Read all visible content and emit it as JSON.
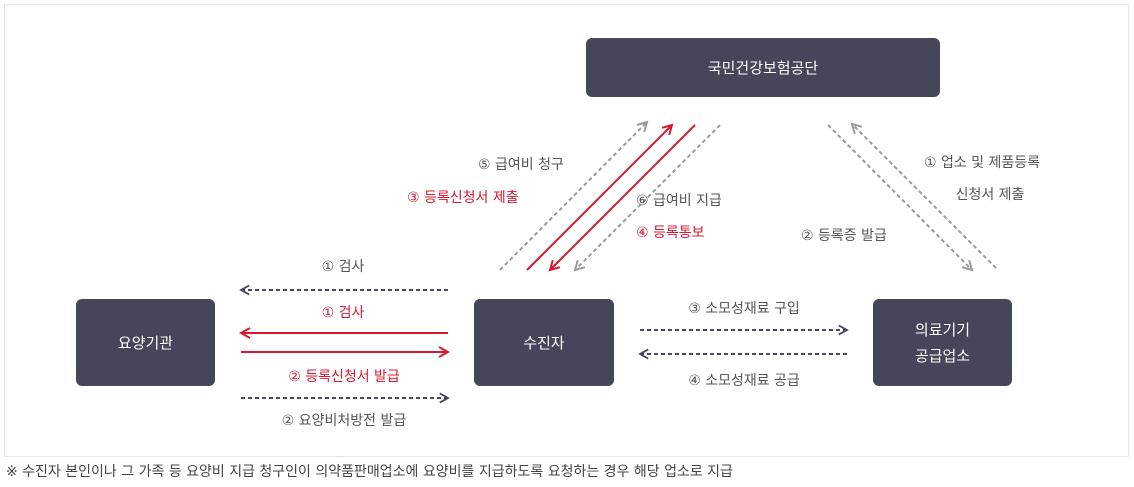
{
  "nodes": {
    "nhis": "국민건강보험공단",
    "care_institution": "요양기관",
    "recipient": "수진자",
    "supplier_line1": "의료기기",
    "supplier_line2": "공급업소"
  },
  "labels": {
    "claim": "⑤ 급여비 청구",
    "reg_submit": "③ 등록신청서 제출",
    "payment": "⑥ 급여비 지급",
    "reg_notify": "④ 등록통보",
    "biz_reg_line1": "① 업소 및 제품등록",
    "biz_reg_line2": "신청서 제출",
    "reg_cert": "② 등록증 발급",
    "inspect_gray": "① 검사",
    "inspect_red": "① 검사",
    "reg_issue": "② 등록신청서 발급",
    "prescription": "② 요양비처방전 발급",
    "purchase": "③ 소모성재료 구입",
    "supply": "④ 소모성재료 공급"
  },
  "footnote": "※ 수진자 본인이나 그 가족 등 요양비 지급 청구인이 의약품판매업소에 요양비를 지급하도록 요청하는 경우 해당 업소로 지급",
  "colors": {
    "node_fill": "#45465a",
    "red_arrow": "#d9182d",
    "gray_arrow": "#9a9a9a",
    "dark_dotted": "#444a5c"
  }
}
